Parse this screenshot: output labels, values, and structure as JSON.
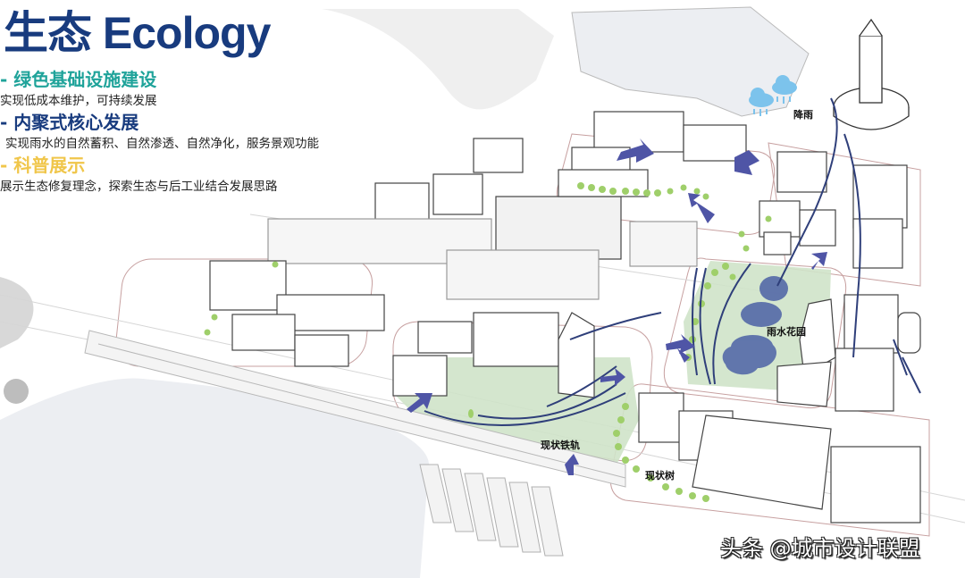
{
  "slide": {
    "title": "生态 Ecology",
    "sections": [
      {
        "heading": "- 绿色基础设施建设",
        "color": "#1fa39a",
        "body": "实现低成本维护，可持续发展"
      },
      {
        "heading": "- 内聚式核心发展",
        "color": "#183b7e",
        "body": "实现雨水的自然蓄积、自然渗透、自然净化，服务景观功能"
      },
      {
        "heading": "- 科普展示",
        "color": "#f0c64a",
        "body": "展示生态修复理念，探索生态与后工业结合发展思路"
      }
    ]
  },
  "map": {
    "labels": {
      "rainfall": "降雨",
      "rain_garden": "雨水花园",
      "existing_railway": "现状铁轨",
      "existing_trees": "现状树"
    },
    "icons": [
      "rain-cloud-icon",
      "rain-cloud-icon",
      "flow-arrow-icon"
    ],
    "colors": {
      "arrow": "#4f55a6",
      "flow_line": "#2f3f7a",
      "green_space": "#cfe3c9",
      "pond": "#5469a8",
      "tree": "#9fcf6a",
      "water": "#eceef2",
      "cloud": "#7cc3ec"
    }
  },
  "watermark": "头条 @城市设计联盟"
}
